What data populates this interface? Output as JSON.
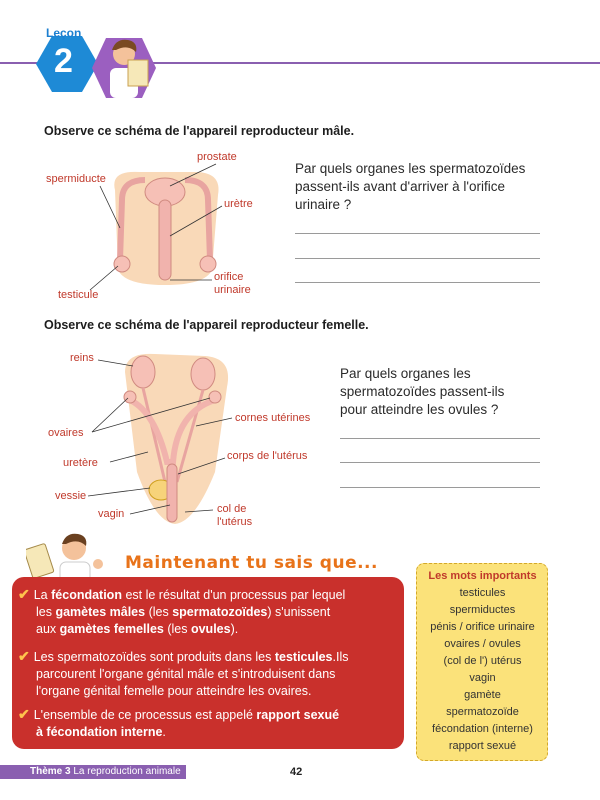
{
  "header": {
    "lesson_label": "Leçon",
    "lesson_number": "2"
  },
  "male": {
    "instruction": "Observe ce schéma de l'appareil reproducteur mâle.",
    "labels": {
      "prostate": "prostate",
      "spermiducte": "spermiducte",
      "uretre": "urètre",
      "orifice_1": "orifice",
      "orifice_2": "urinaire",
      "testicule": "testicule"
    },
    "question": [
      "Par quels organes les spermatozoïdes",
      "passent-ils avant d'arriver à l'orifice",
      "urinaire ?"
    ]
  },
  "female": {
    "instruction": "Observe ce schéma de l'appareil reproducteur femelle.",
    "labels": {
      "reins": "reins",
      "ovaires": "ovaires",
      "cornes": "cornes utérines",
      "uretere": "uretère",
      "corps": "corps de l'utérus",
      "vessie": "vessie",
      "vagin": "vagin",
      "col_1": "col de",
      "col_2": "l'utérus"
    },
    "question": [
      "Par quels organes les",
      "spermatozoïdes passent-ils",
      "pour atteindre les ovules ?"
    ]
  },
  "summary": {
    "title": "Maintenant tu sais que...",
    "b1": {
      "t1": "La ",
      "k1": "fécondation",
      "t2": " est le résultat d'un processus par lequel",
      "t3": "les ",
      "k2": "gamètes mâles",
      "t4": " (les ",
      "k3": "spermatozoïdes",
      "t5": ") s'unissent",
      "t6": "aux ",
      "k4": "gamètes femelles",
      "t7": " (les ",
      "k5": "ovules",
      "t8": ")."
    },
    "b2": {
      "t1": "Les spermatozoïdes sont produits dans les ",
      "k1": "testicules",
      "t2": ".Ils",
      "l2": "parcourent l'organe génital mâle et s'introduisent dans",
      "l3": "l'organe génital femelle pour atteindre les ovaires."
    },
    "b3": {
      "t1": "L'ensemble de ce processus est appelé ",
      "k1": "rapport sexué",
      "k2": "à fécondation interne",
      "t2": "."
    }
  },
  "keywords": {
    "title": "Les mots importants",
    "items": [
      "testicules",
      "spermiductes",
      "pénis / orifice urinaire",
      "ovaires / ovules",
      "(col de l') utérus",
      "vagin",
      "gamète",
      "spermatozoïde",
      "fécondation (interne)",
      "rapport sexué"
    ]
  },
  "footer": {
    "theme": "Thème 3",
    "chapter": "La reproduction animale",
    "page": "42"
  }
}
